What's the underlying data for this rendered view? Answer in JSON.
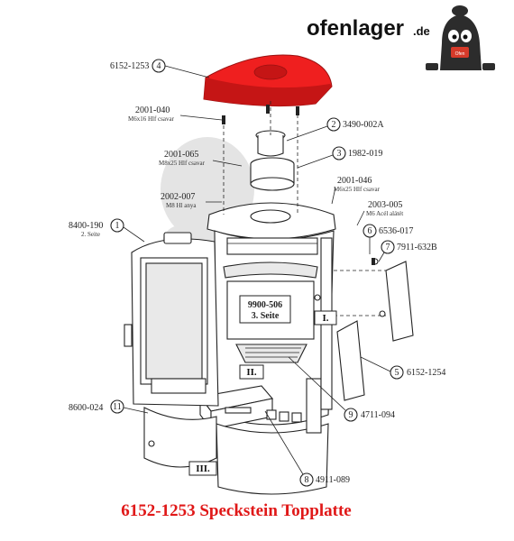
{
  "brand": {
    "name": "ofenlager",
    "tld": ".de",
    "mascot_text": "Ofen"
  },
  "caption": "6152-1253 Speckstein Topplatte",
  "highlight_color": "#ef1f1f",
  "parts": [
    {
      "num": "4",
      "code": "6152-1253",
      "note": ""
    },
    {
      "num": "",
      "code": "2001-040",
      "note": "M6x16 Hlf csavar"
    },
    {
      "num": "2",
      "code": "3490-002A",
      "note": ""
    },
    {
      "num": "3",
      "code": "1982-019",
      "note": ""
    },
    {
      "num": "",
      "code": "2001-065",
      "note": "M8x25 Hlf csavar"
    },
    {
      "num": "",
      "code": "2001-046",
      "note": "M6x25 Hlf csavar"
    },
    {
      "num": "",
      "code": "2002-007",
      "note": "M8 Hl anya"
    },
    {
      "num": "",
      "code": "2003-005",
      "note": "M6 Acél alátét"
    },
    {
      "num": "1",
      "code": "8400-190",
      "note": "2. Seite"
    },
    {
      "num": "6",
      "code": "6536-017",
      "note": ""
    },
    {
      "num": "7",
      "code": "7911-632B",
      "note": ""
    },
    {
      "num": "",
      "code": "9900-506",
      "note": "3. Seite"
    },
    {
      "num": "5",
      "code": "6152-1254",
      "note": ""
    },
    {
      "num": "9",
      "code": "4711-094",
      "note": ""
    },
    {
      "num": "11",
      "code": "8600-024",
      "note": ""
    },
    {
      "num": "8",
      "code": "4911-089",
      "note": ""
    }
  ],
  "section_marks": [
    "I.",
    "II.",
    "III."
  ]
}
